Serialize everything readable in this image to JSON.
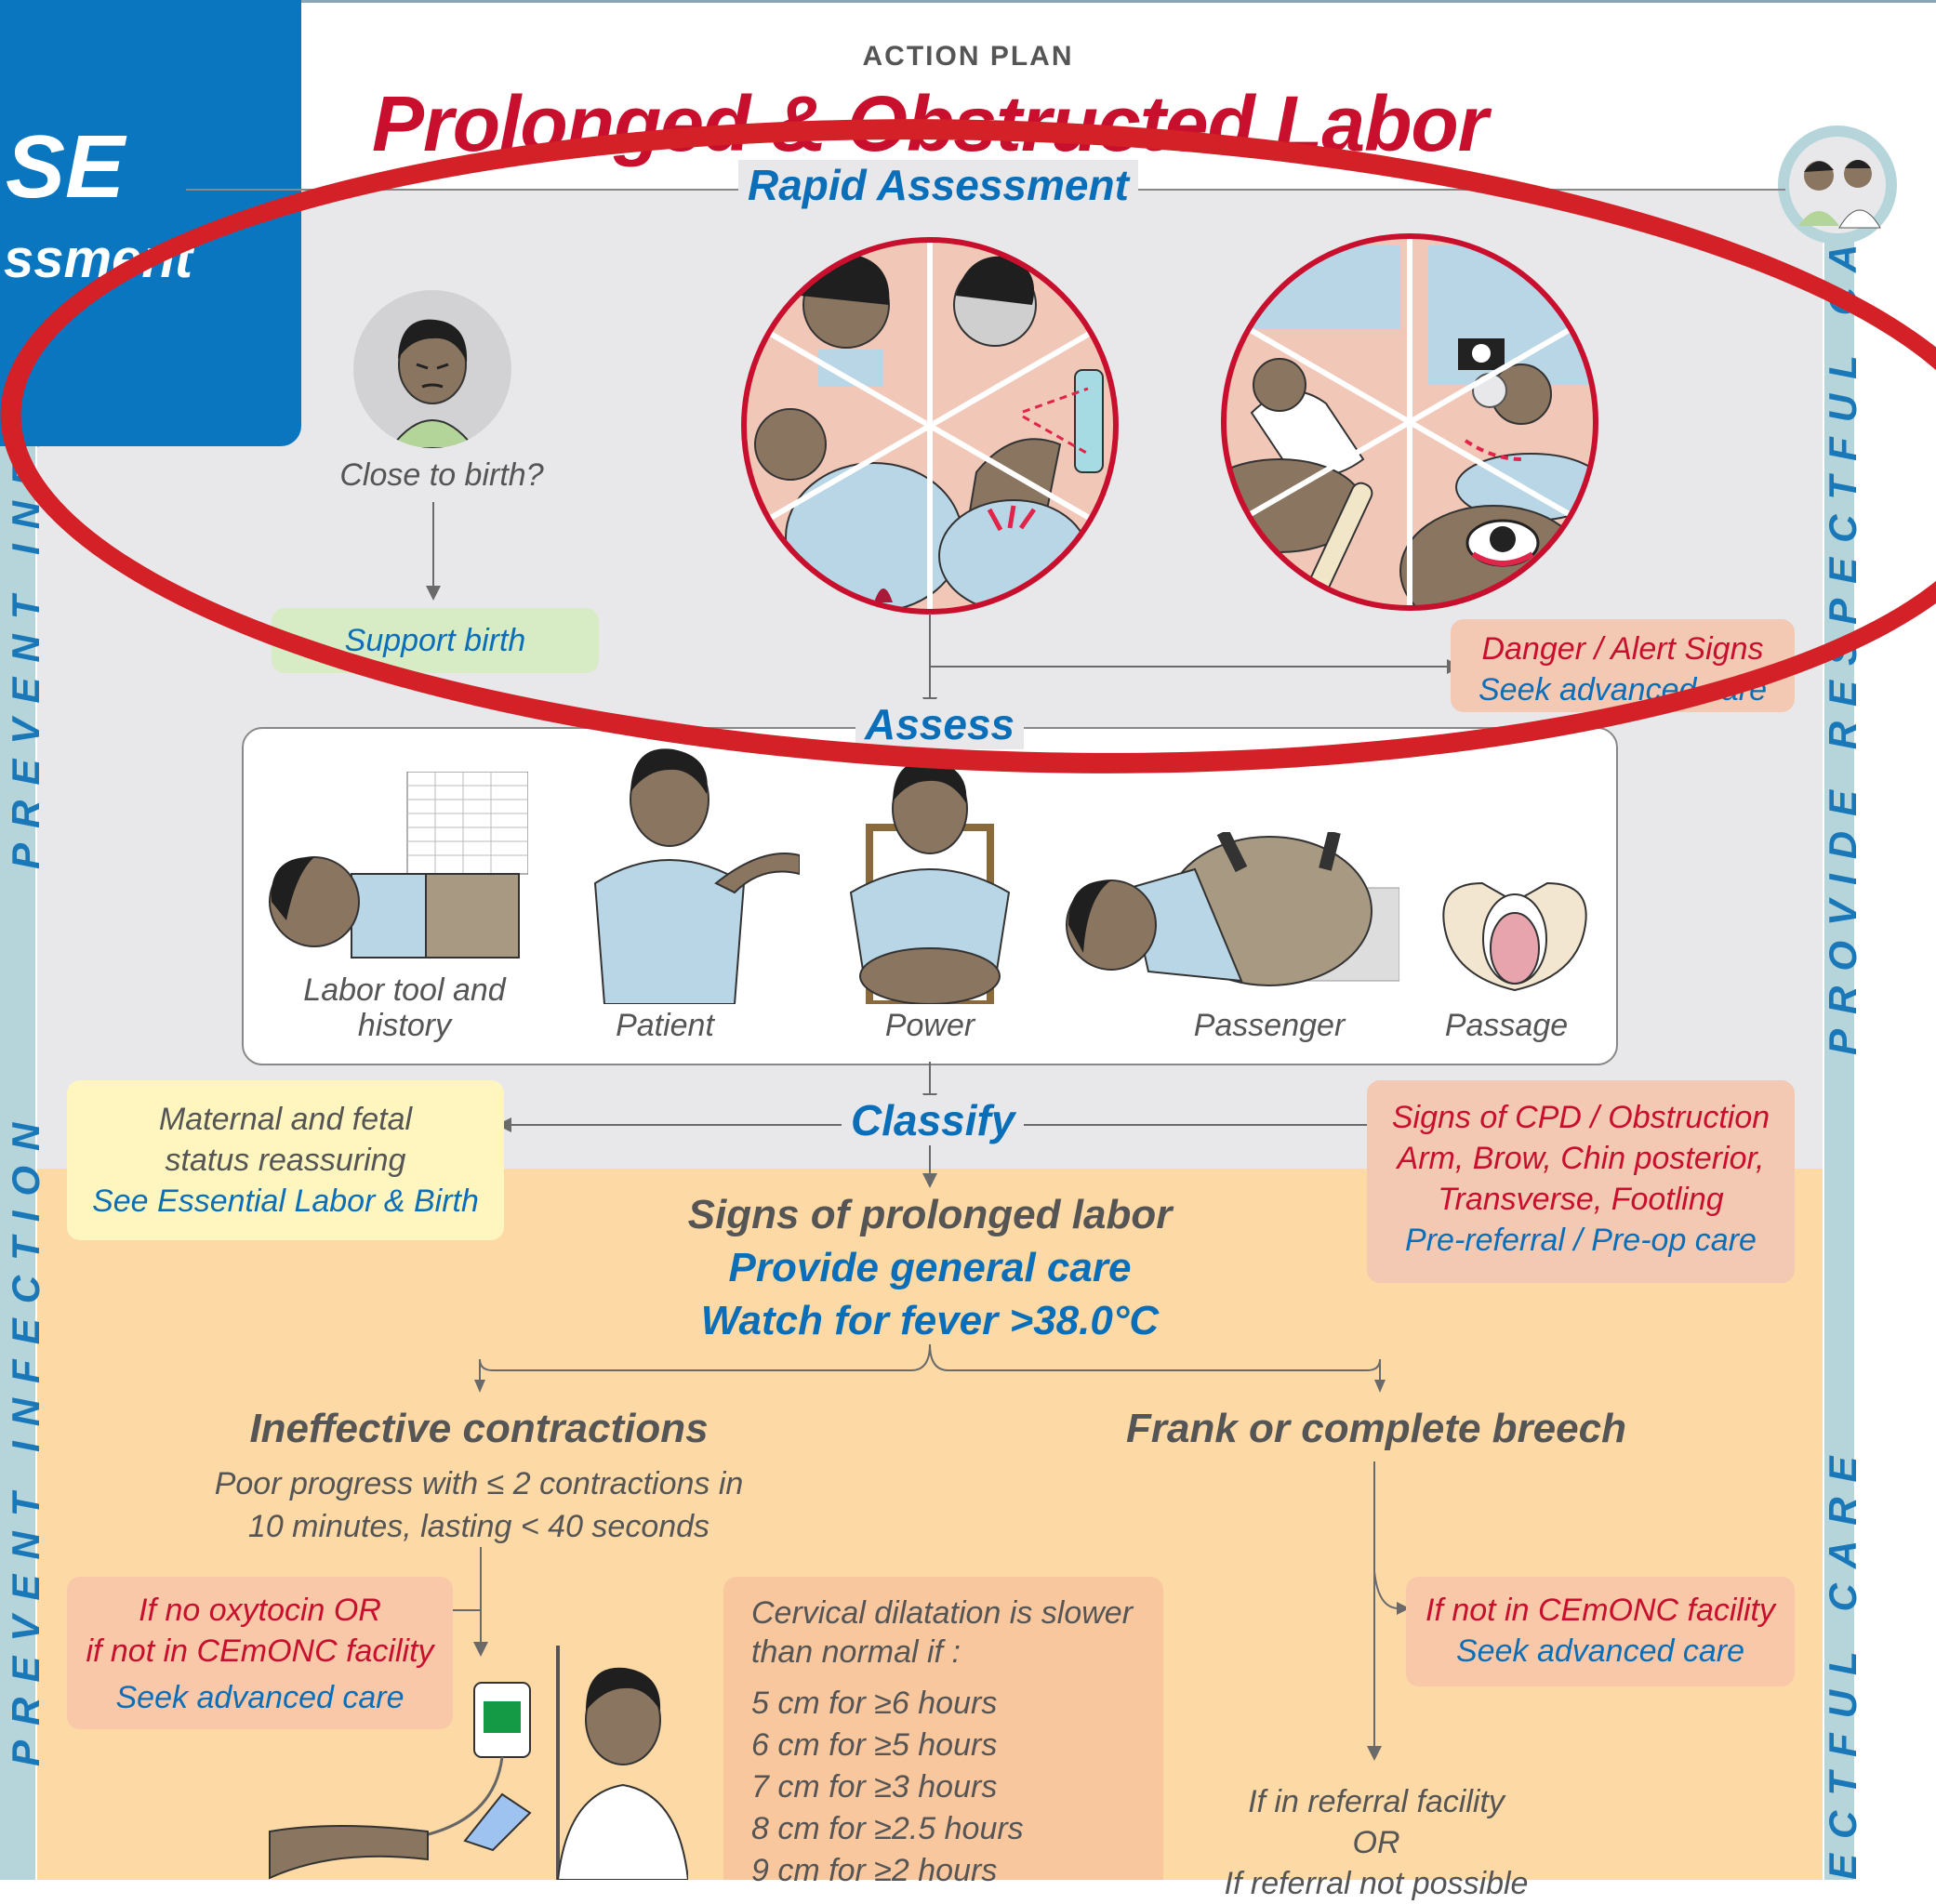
{
  "header": {
    "eyebrow": "ACTION PLAN",
    "title": "Prolonged & Obstructed Labor"
  },
  "blue_tab": {
    "big_text": "SE",
    "small_text": "ssment"
  },
  "side_text": {
    "left_top": "PREVENT INFECT",
    "left_bottom": "PREVENT INFECTION",
    "right_top": "PROVIDE RESPECTFUL CARE",
    "right_bottom": "ECTFUL CARE"
  },
  "rapid": {
    "title": "Rapid Assessment",
    "close_to_birth": "Close to birth?",
    "support_birth": "Support birth",
    "danger": "Danger / Alert Signs",
    "seek": "Seek advanced care"
  },
  "assess": {
    "title": "Assess",
    "items": [
      "Labor tool and history",
      "Patient",
      "Power",
      "Passenger",
      "Passage"
    ]
  },
  "classify": {
    "title": "Classify",
    "left": {
      "line1": "Maternal and fetal",
      "line2": "status reassuring",
      "line3": "See Essential Labor & Birth"
    },
    "right": {
      "line1": "Signs of CPD / Obstruction",
      "line2": "Arm, Brow, Chin posterior,",
      "line3": "Transverse, Footling",
      "line4": "Pre-referral / Pre-op care"
    },
    "center": {
      "line1": "Signs of prolonged labor",
      "line2": "Provide general care",
      "line3": "Watch for fever >38.0°C"
    }
  },
  "ineffective": {
    "title": "Ineffective contractions",
    "desc1": "Poor progress with ≤ 2 contractions in",
    "desc2": "10 minutes, lasting < 40 seconds",
    "no_oxy1": "If no oxytocin OR",
    "no_oxy2": "if not in CEmONC facility",
    "no_oxy3": "Seek advanced care"
  },
  "cervical": {
    "intro1": "Cervical dilatation is slower",
    "intro2": "than normal if :",
    "items": [
      "5 cm for ≥6 hours",
      "6 cm for ≥5 hours",
      "7 cm for ≥3 hours",
      "8 cm for ≥2.5 hours",
      "9 cm for ≥2 hours"
    ]
  },
  "breech": {
    "title": "Frank or complete breech",
    "cemonc1": "If not in CEmONC facility",
    "cemonc2": "Seek advanced care",
    "ref1": "If in referral facility",
    "ref2": "OR",
    "ref3": "If referral not possible"
  },
  "colors": {
    "red": "#c8102e",
    "blue": "#0a6fb8",
    "accent_tab": "#0a76c0"
  }
}
